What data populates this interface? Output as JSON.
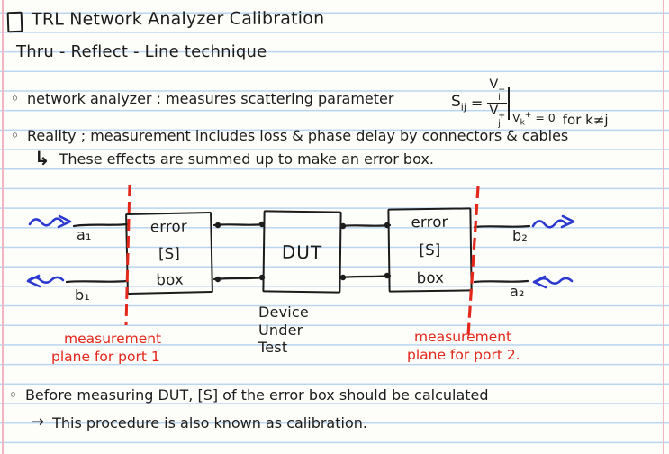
{
  "colors": {
    "ink": "#1c1c1c",
    "red": "#e3271b",
    "blue": "#2a38cf",
    "rule_line": "#b9d5ef",
    "margin_line": "#f0b6c3",
    "paper": "#fdfdfa"
  },
  "icons": {
    "bullet": "◦",
    "hook_arrow": "↳",
    "right_arrow": "→",
    "title_checkbox": "empty-checkbox",
    "wave_arrow_right": "wavy-arrow-right",
    "wave_arrow_left": "wavy-arrow-left"
  },
  "header": {
    "title": "TRL Network Analyzer Calibration",
    "subtitle": "Thru - Reflect - Line  technique"
  },
  "notes": {
    "bullet1": "network analyzer : measures scattering parameter",
    "formula": {
      "lhs": "S",
      "lhs_sub": "ij",
      "equals": "=",
      "num_base": "V",
      "num_sup": "−",
      "num_sub": "i",
      "den_base": "V",
      "den_sup": "+",
      "den_sub": "j",
      "cond_base": "V",
      "cond_sub": "k",
      "cond_sup": "+",
      "cond_eq": "= 0",
      "for_clause": "for k≠j"
    },
    "bullet2": "Reality ; measurement includes loss & phase delay by connectors & cables",
    "hook_note": "These effects are summed up to make an error box.",
    "bullet3": "Before measuring DUT, [S] of the error box should be calculated",
    "final_note": "This procedure is also known as calibration."
  },
  "diagram": {
    "error_box": {
      "line1": "error",
      "line2": "[S]",
      "line3": "box"
    },
    "dut_label": "DUT",
    "dut_caption": {
      "line1": "Device",
      "line2": "Under",
      "line3": "Test"
    },
    "wave_labels": {
      "a1": "a₁",
      "b1": "b₁",
      "b2": "b₂",
      "a2": "a₂"
    },
    "plane1": {
      "line1": "measurement",
      "line2": "plane for port 1"
    },
    "plane2": {
      "line1": "measurement",
      "line2": "plane for port 2."
    }
  }
}
